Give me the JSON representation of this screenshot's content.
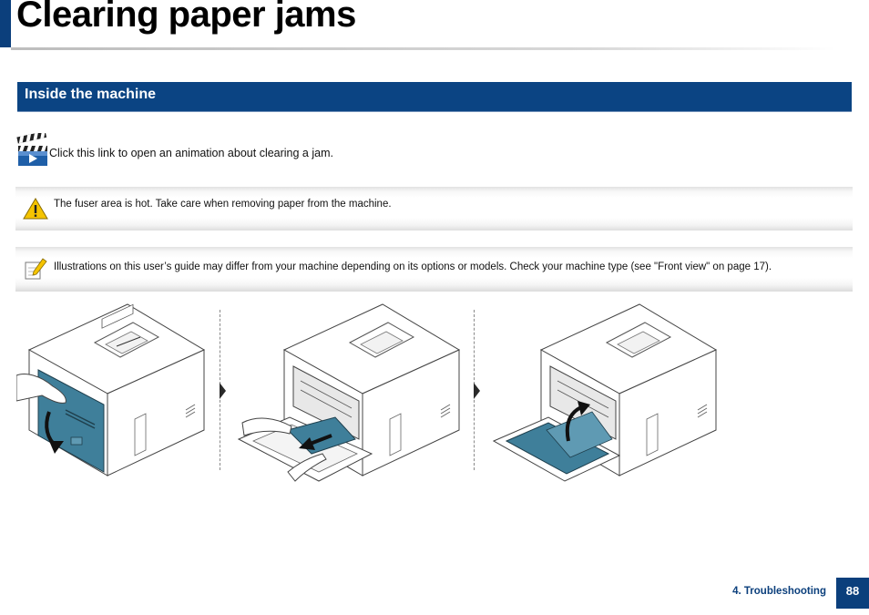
{
  "header": {
    "title": "Clearing paper jams"
  },
  "section": {
    "title": "Inside the machine"
  },
  "animation": {
    "link_text": "Click this link to open an animation about clearing a jam.",
    "icon": "clapperboard-play-icon"
  },
  "warning": {
    "icon": "warning-triangle-icon",
    "text": "The fuser area is hot. Take care when removing paper from the machine."
  },
  "note": {
    "icon": "note-pencil-icon",
    "text": "Illustrations on this user’s guide may differ from your machine depending on its options or models. Check your machine type (see \"Front view\" on page 17)."
  },
  "illustrations": [
    {
      "icon": "printer-open-rear-cover-illustration"
    },
    {
      "icon": "printer-remove-jammed-paper-illustration"
    },
    {
      "icon": "printer-close-rear-cover-illustration"
    }
  ],
  "footer": {
    "chapter": "4. Troubleshooting",
    "page": "88"
  },
  "colors": {
    "brand_blue": "#0b3f7c",
    "header_blue": "#0b4483",
    "illustration_blue": "#3f7f9a",
    "warning_yellow": "#f5c400"
  }
}
